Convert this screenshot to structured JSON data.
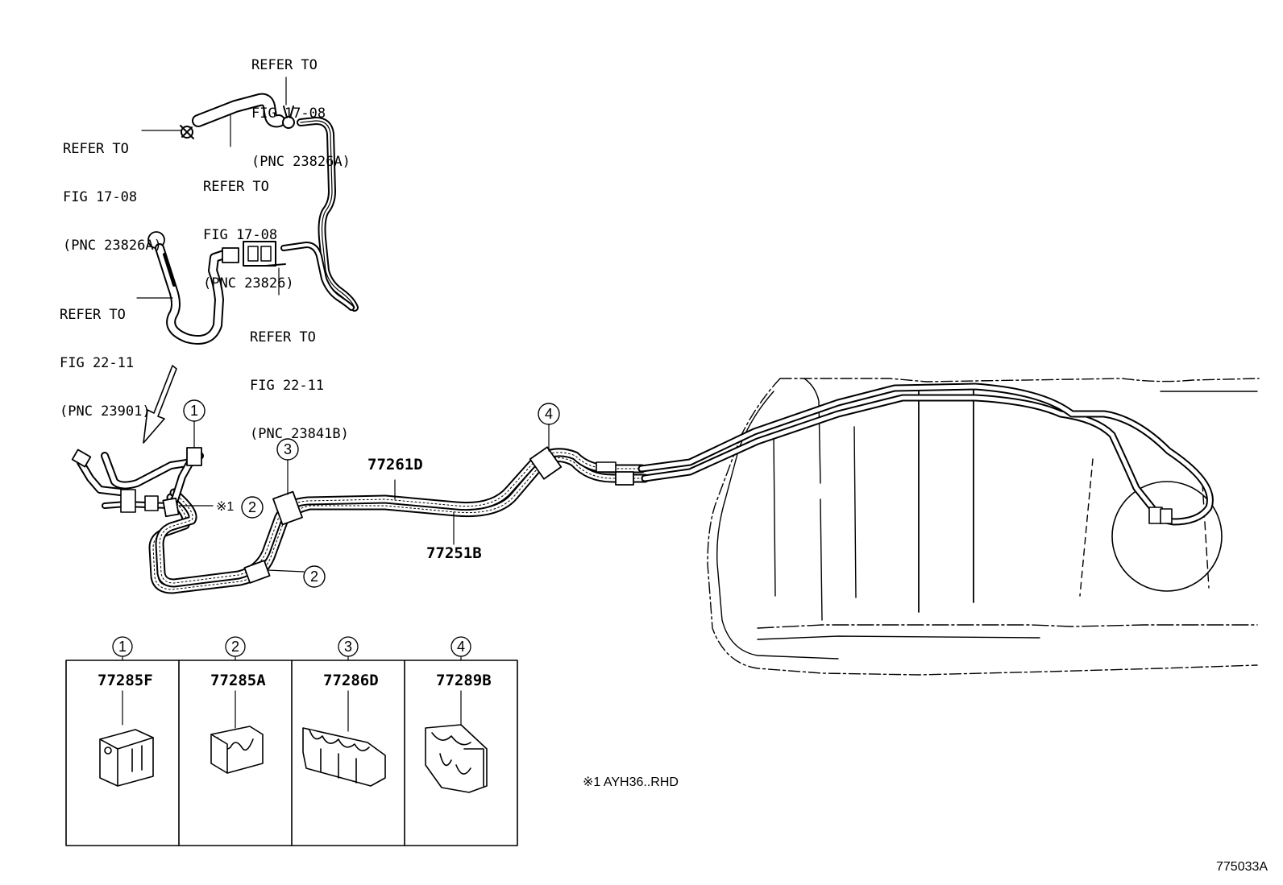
{
  "callouts": {
    "ref_filler_clamp_top": {
      "lines": [
        "REFER TO",
        "FIG 17-08",
        "(PNC 23826A)"
      ]
    },
    "ref_filler_clamp_left": {
      "lines": [
        "REFER TO",
        "FIG 17-08",
        "(PNC 23826A)"
      ]
    },
    "ref_filler_hose": {
      "lines": [
        "REFER TO",
        "FIG 17-08",
        "(PNC 23826)"
      ]
    },
    "ref_breather_hose": {
      "lines": [
        "REFER TO",
        "FIG 22-11",
        "(PNC 23901)"
      ]
    },
    "ref_connector": {
      "lines": [
        "REFER TO",
        "FIG 22-11",
        "(PNC 23841B)"
      ]
    }
  },
  "part_numbers": {
    "tube_upper": "77261D",
    "tube_lower": "77251B"
  },
  "clamp_markers": {
    "one": "1",
    "two": "2",
    "three": "3",
    "four": "4"
  },
  "variant_marker": "※1",
  "legend_table": {
    "cells": [
      {
        "index": "1",
        "part": "77285F"
      },
      {
        "index": "2",
        "part": "77285A"
      },
      {
        "index": "3",
        "part": "77286D"
      },
      {
        "index": "4",
        "part": "77289B"
      }
    ]
  },
  "footnote": "※1 AYH36..RHD",
  "figure_code": "775033A"
}
